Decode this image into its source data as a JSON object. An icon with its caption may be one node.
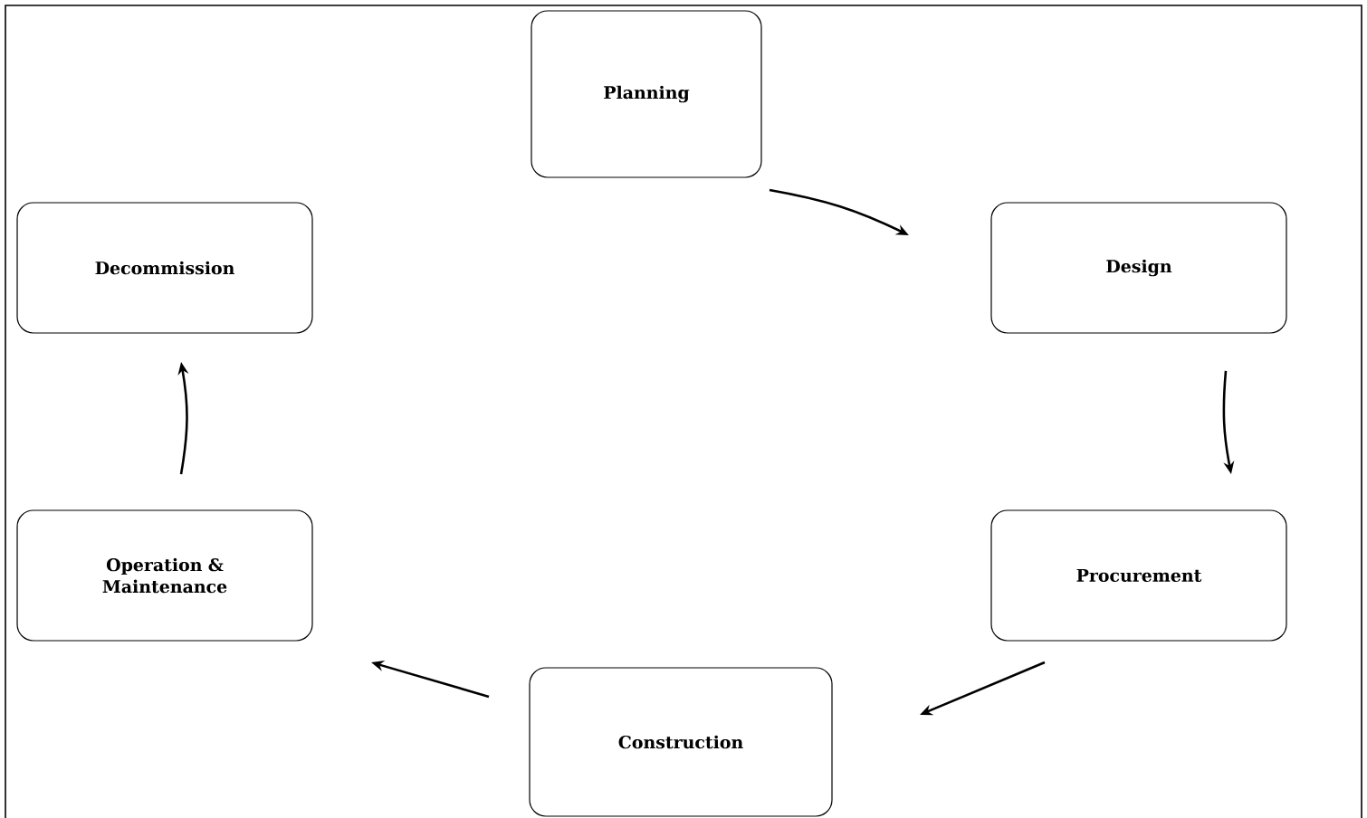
{
  "diagram": {
    "nodes": [
      {
        "text": [
          "Planning"
        ]
      },
      {
        "text": [
          "Design"
        ]
      },
      {
        "text": [
          "Procurement"
        ]
      },
      {
        "text": [
          "Construction"
        ]
      },
      {
        "text": [
          "Operation & Maintenance"
        ]
      },
      {
        "text": [
          "Decommission"
        ]
      }
    ],
    "edges": [
      {
        "from": 0,
        "to": 1,
        "arrow": "to"
      },
      {
        "from": 1,
        "to": 2,
        "arrow": "to"
      },
      {
        "from": 2,
        "to": 3,
        "arrow": "to"
      },
      {
        "from": 3,
        "to": 4,
        "arrow": "to"
      },
      {
        "from": 4,
        "to": 5,
        "arrow": "to"
      }
    ]
  }
}
